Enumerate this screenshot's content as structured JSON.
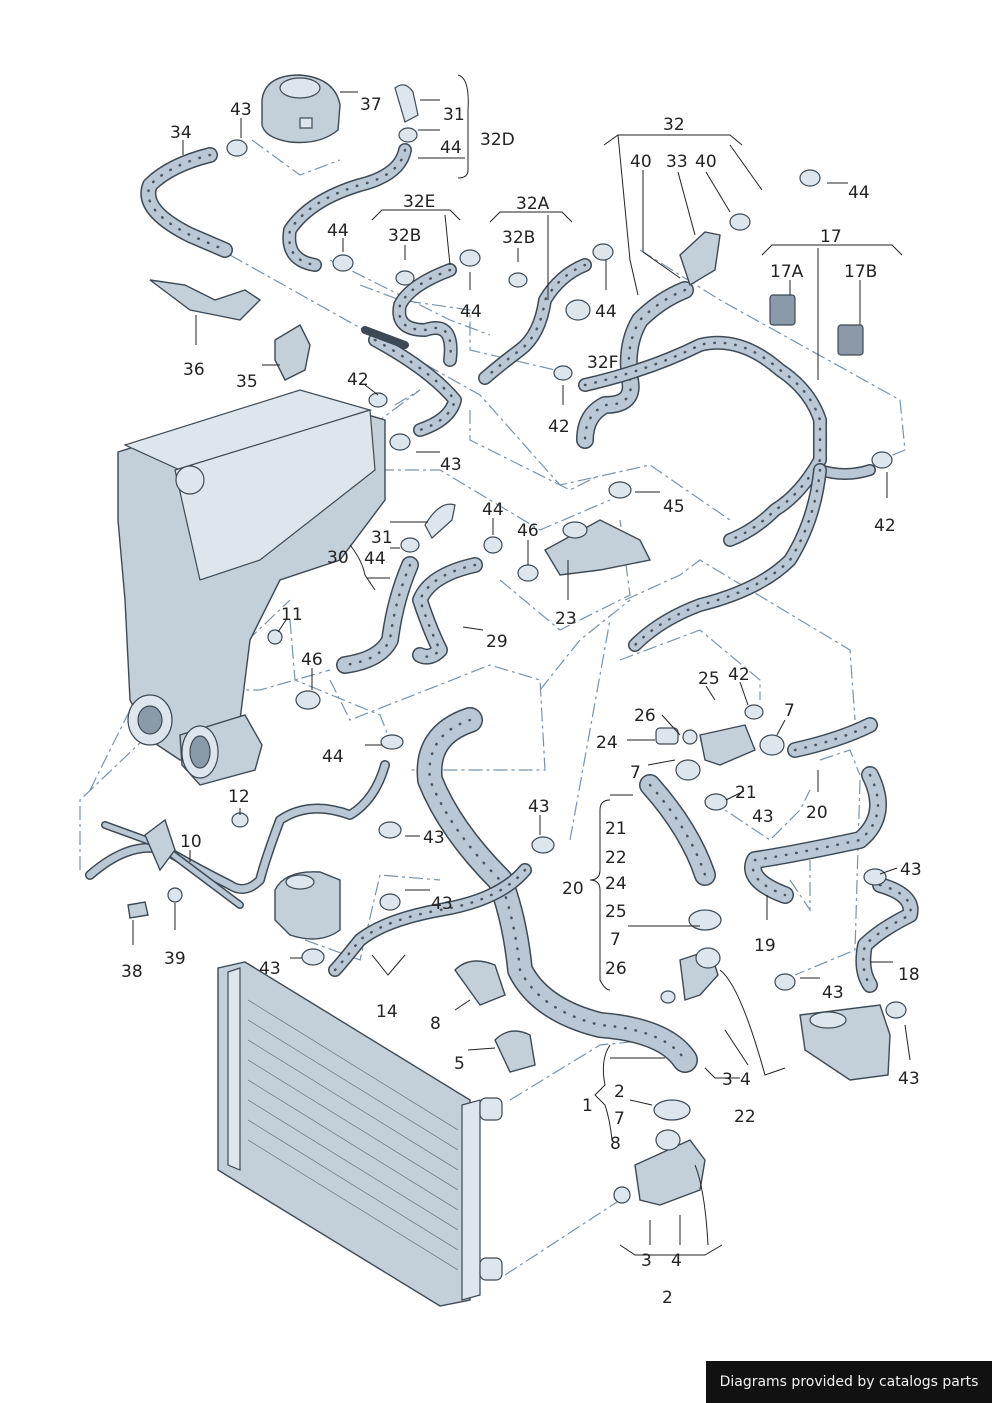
{
  "credit": "Diagrams provided by catalogs parts",
  "labels": [
    {
      "id": "l34",
      "text": "34"
    },
    {
      "id": "l43a",
      "text": "43"
    },
    {
      "id": "l37",
      "text": "37"
    },
    {
      "id": "l31a",
      "text": "31"
    },
    {
      "id": "l32D",
      "text": "32D"
    },
    {
      "id": "l44a",
      "text": "44"
    },
    {
      "id": "l32",
      "text": "32"
    },
    {
      "id": "l40a",
      "text": "40"
    },
    {
      "id": "l33",
      "text": "33"
    },
    {
      "id": "l40b",
      "text": "40"
    },
    {
      "id": "l44b",
      "text": "44"
    },
    {
      "id": "l32E",
      "text": "32E"
    },
    {
      "id": "l32A",
      "text": "32A"
    },
    {
      "id": "l32Ba",
      "text": "32B"
    },
    {
      "id": "l32Bb",
      "text": "32B"
    },
    {
      "id": "l44c",
      "text": "44"
    },
    {
      "id": "l17",
      "text": "17"
    },
    {
      "id": "l17A",
      "text": "17A"
    },
    {
      "id": "l17B",
      "text": "17B"
    },
    {
      "id": "l44d",
      "text": "44"
    },
    {
      "id": "l44e",
      "text": "44"
    },
    {
      "id": "l36",
      "text": "36"
    },
    {
      "id": "l35",
      "text": "35"
    },
    {
      "id": "l32F",
      "text": "32F"
    },
    {
      "id": "l42a",
      "text": "42"
    },
    {
      "id": "l42b",
      "text": "42"
    },
    {
      "id": "l43b",
      "text": "43"
    },
    {
      "id": "l45",
      "text": "45"
    },
    {
      "id": "l42c",
      "text": "42"
    },
    {
      "id": "l31b",
      "text": "31"
    },
    {
      "id": "l44f",
      "text": "44"
    },
    {
      "id": "l46a",
      "text": "46"
    },
    {
      "id": "l30",
      "text": "30"
    },
    {
      "id": "l44g",
      "text": "44"
    },
    {
      "id": "l23",
      "text": "23"
    },
    {
      "id": "l11",
      "text": "11"
    },
    {
      "id": "l29",
      "text": "29"
    },
    {
      "id": "l46b",
      "text": "46"
    },
    {
      "id": "l25",
      "text": "25"
    },
    {
      "id": "l42d",
      "text": "42"
    },
    {
      "id": "l26",
      "text": "26"
    },
    {
      "id": "l7a",
      "text": "7"
    },
    {
      "id": "l24a",
      "text": "24"
    },
    {
      "id": "l44h",
      "text": "44"
    },
    {
      "id": "l7b",
      "text": "7"
    },
    {
      "id": "l21a",
      "text": "21"
    },
    {
      "id": "l43c",
      "text": "43"
    },
    {
      "id": "l20a",
      "text": "20"
    },
    {
      "id": "l12",
      "text": "12"
    },
    {
      "id": "l43d",
      "text": "43"
    },
    {
      "id": "l43e",
      "text": "43"
    },
    {
      "id": "l21b",
      "text": "21"
    },
    {
      "id": "l10",
      "text": "10"
    },
    {
      "id": "l22a",
      "text": "22"
    },
    {
      "id": "l20b",
      "text": "20"
    },
    {
      "id": "l24b",
      "text": "24"
    },
    {
      "id": "l43f",
      "text": "43"
    },
    {
      "id": "l25b",
      "text": "25"
    },
    {
      "id": "l43g",
      "text": "43"
    },
    {
      "id": "l19",
      "text": "19"
    },
    {
      "id": "l7c",
      "text": "7"
    },
    {
      "id": "l38",
      "text": "38"
    },
    {
      "id": "l39",
      "text": "39"
    },
    {
      "id": "l43h",
      "text": "43"
    },
    {
      "id": "l26b",
      "text": "26"
    },
    {
      "id": "l18",
      "text": "18"
    },
    {
      "id": "l43i",
      "text": "43"
    },
    {
      "id": "l14",
      "text": "14"
    },
    {
      "id": "l8",
      "text": "8"
    },
    {
      "id": "l5",
      "text": "5"
    },
    {
      "id": "l3a",
      "text": "3"
    },
    {
      "id": "l4a",
      "text": "4"
    },
    {
      "id": "l43j",
      "text": "43"
    },
    {
      "id": "l2a",
      "text": "2"
    },
    {
      "id": "l1",
      "text": "1"
    },
    {
      "id": "l7d",
      "text": "7"
    },
    {
      "id": "l22b",
      "text": "22"
    },
    {
      "id": "l8b",
      "text": "8"
    },
    {
      "id": "l3b",
      "text": "3"
    },
    {
      "id": "l4b",
      "text": "4"
    },
    {
      "id": "l2b",
      "text": "2"
    }
  ]
}
